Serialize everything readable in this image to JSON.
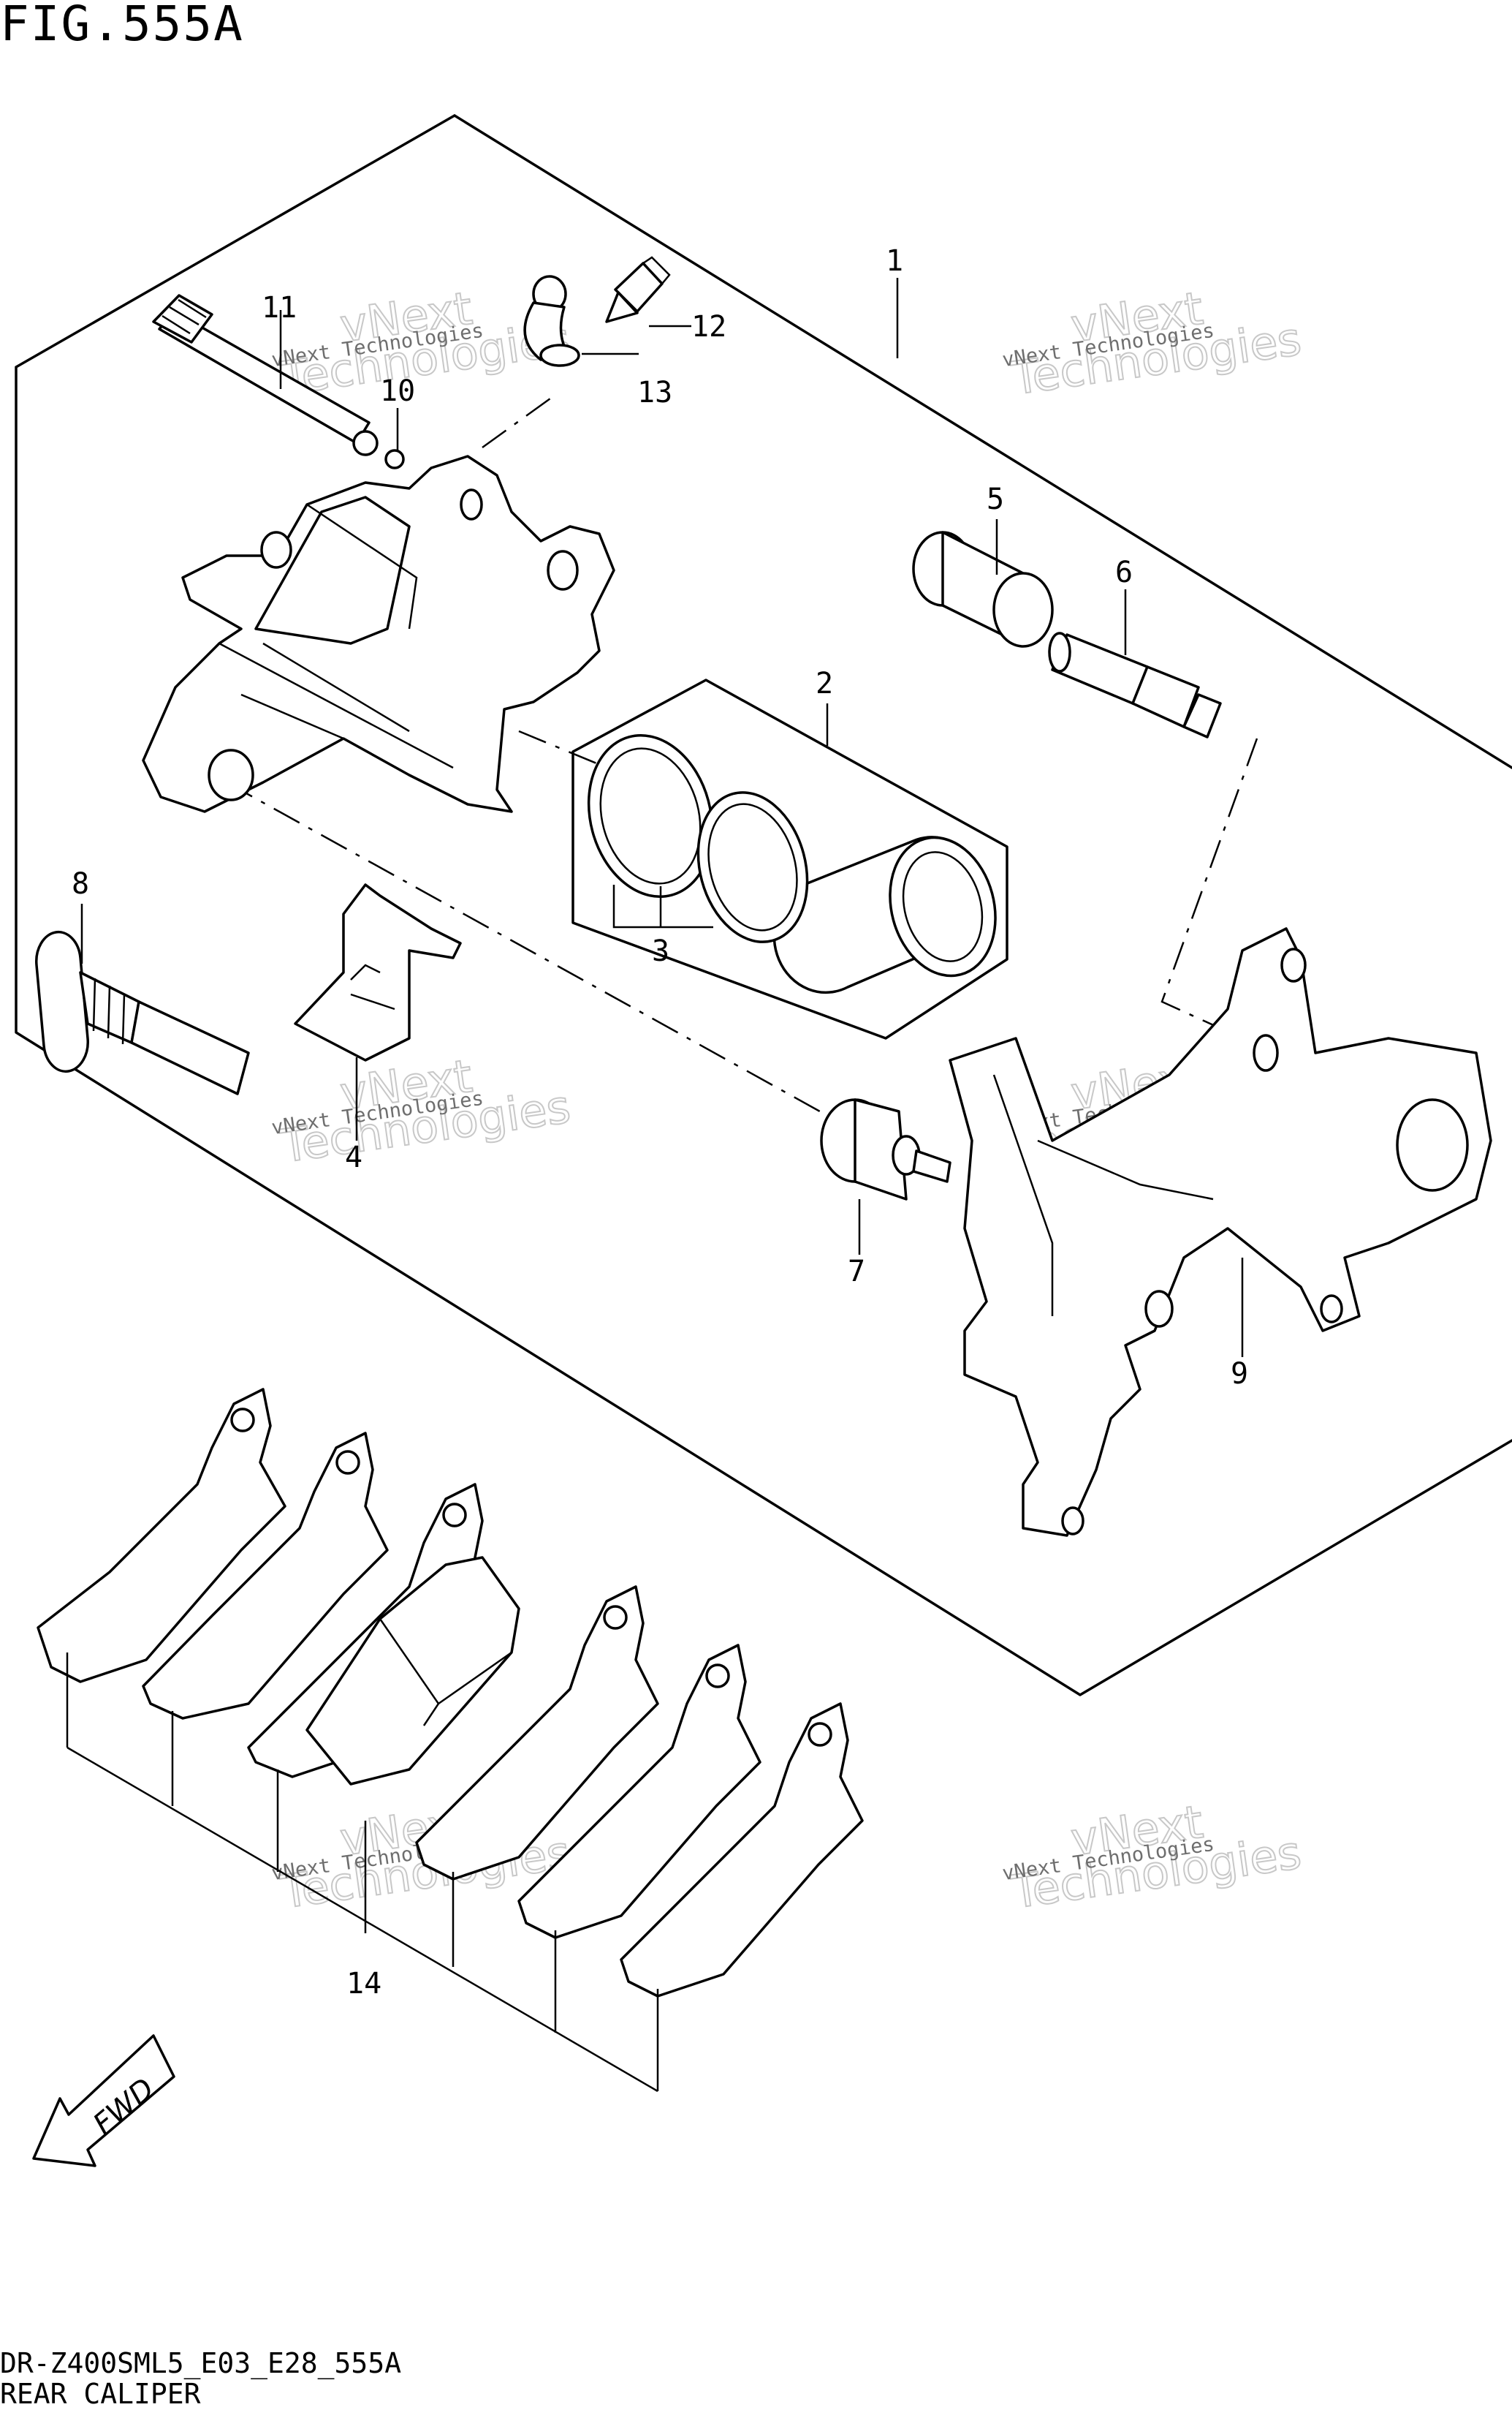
{
  "figure": {
    "title": "FIG.555A"
  },
  "footer": {
    "code": "DR-Z400SML5_E03_E28_555A",
    "caption": "REAR CALIPER"
  },
  "watermark": {
    "line1": "vNext Technologies",
    "line2": "vNext",
    "line3": "Technologies"
  },
  "fwd_label": "FWD",
  "callouts": [
    {
      "id": "1",
      "label": "1"
    },
    {
      "id": "2",
      "label": "2"
    },
    {
      "id": "3",
      "label": "3"
    },
    {
      "id": "4",
      "label": "4"
    },
    {
      "id": "5",
      "label": "5"
    },
    {
      "id": "6",
      "label": "6"
    },
    {
      "id": "7",
      "label": "7"
    },
    {
      "id": "8",
      "label": "8"
    },
    {
      "id": "9",
      "label": "9"
    },
    {
      "id": "10",
      "label": "10"
    },
    {
      "id": "11",
      "label": "11"
    },
    {
      "id": "12",
      "label": "12"
    },
    {
      "id": "13",
      "label": "13"
    },
    {
      "id": "14",
      "label": "14"
    }
  ]
}
